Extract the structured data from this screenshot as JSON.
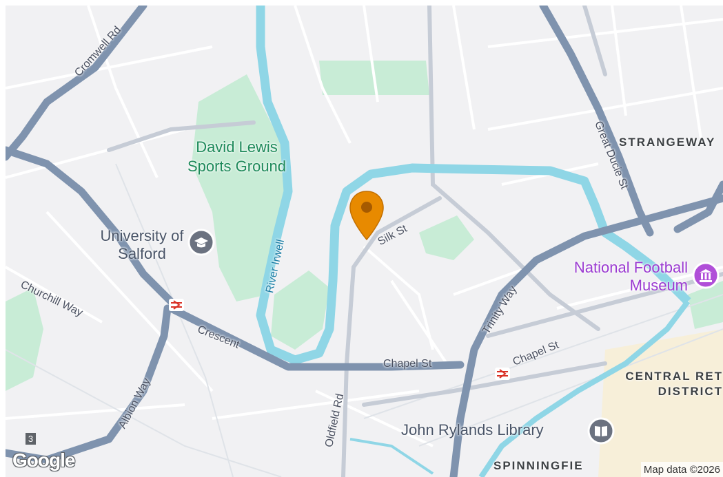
{
  "map": {
    "parks": {
      "david_lewis": "David Lewis Sports Ground"
    },
    "pois": {
      "university": "University of Salford",
      "museum": "National Football Museum",
      "library": "John Rylands Library"
    },
    "districts": {
      "strangeways": "STRANGEWAY",
      "central_retail": "CENTRAL RET\nDISTRICT",
      "spinningfields": "SPINNINGFIE"
    },
    "streets": {
      "cromwell": "Cromwell Rd",
      "churchill": "Churchill Way",
      "crescent": "Crescent",
      "albion": "Albion Way",
      "chapel_west": "Chapel St",
      "chapel_east": "Chapel St",
      "oldfield": "Oldfield Rd",
      "silk": "Silk St",
      "trinity": "Trinity Way",
      "great_ducie": "Great Ducie St"
    },
    "water": {
      "river_irwell": "River Irwell"
    },
    "road_number": "3",
    "attribution": "Map data ©2026",
    "logo": "Google",
    "colors": {
      "land": "#f1f1f3",
      "water": "#8fd6e6",
      "park": "#c8ecd6",
      "major_road": "#7f93ae",
      "marker": "#e88a00",
      "museum": "#9b3bd1"
    },
    "icons": {
      "marker": "location-pin-icon",
      "university": "school-icon",
      "museum": "museum-icon",
      "library": "library-icon",
      "rail": "rail-station-icon"
    }
  }
}
